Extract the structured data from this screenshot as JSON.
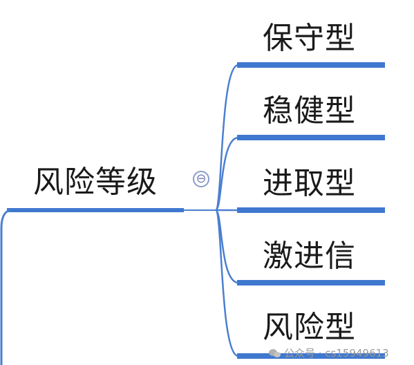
{
  "root": {
    "label": "风险等级"
  },
  "branches": [
    {
      "label": "保守型"
    },
    {
      "label": "稳健型"
    },
    {
      "label": "进取型"
    },
    {
      "label": "激进信"
    },
    {
      "label": "风险型"
    }
  ],
  "collapse_symbol": "⊖",
  "watermark": {
    "text": "公众号 · cs15949613"
  },
  "colors": {
    "branch_line": "#4a7fd0",
    "underline": "#3f78cf",
    "text": "#1a1a1a"
  }
}
